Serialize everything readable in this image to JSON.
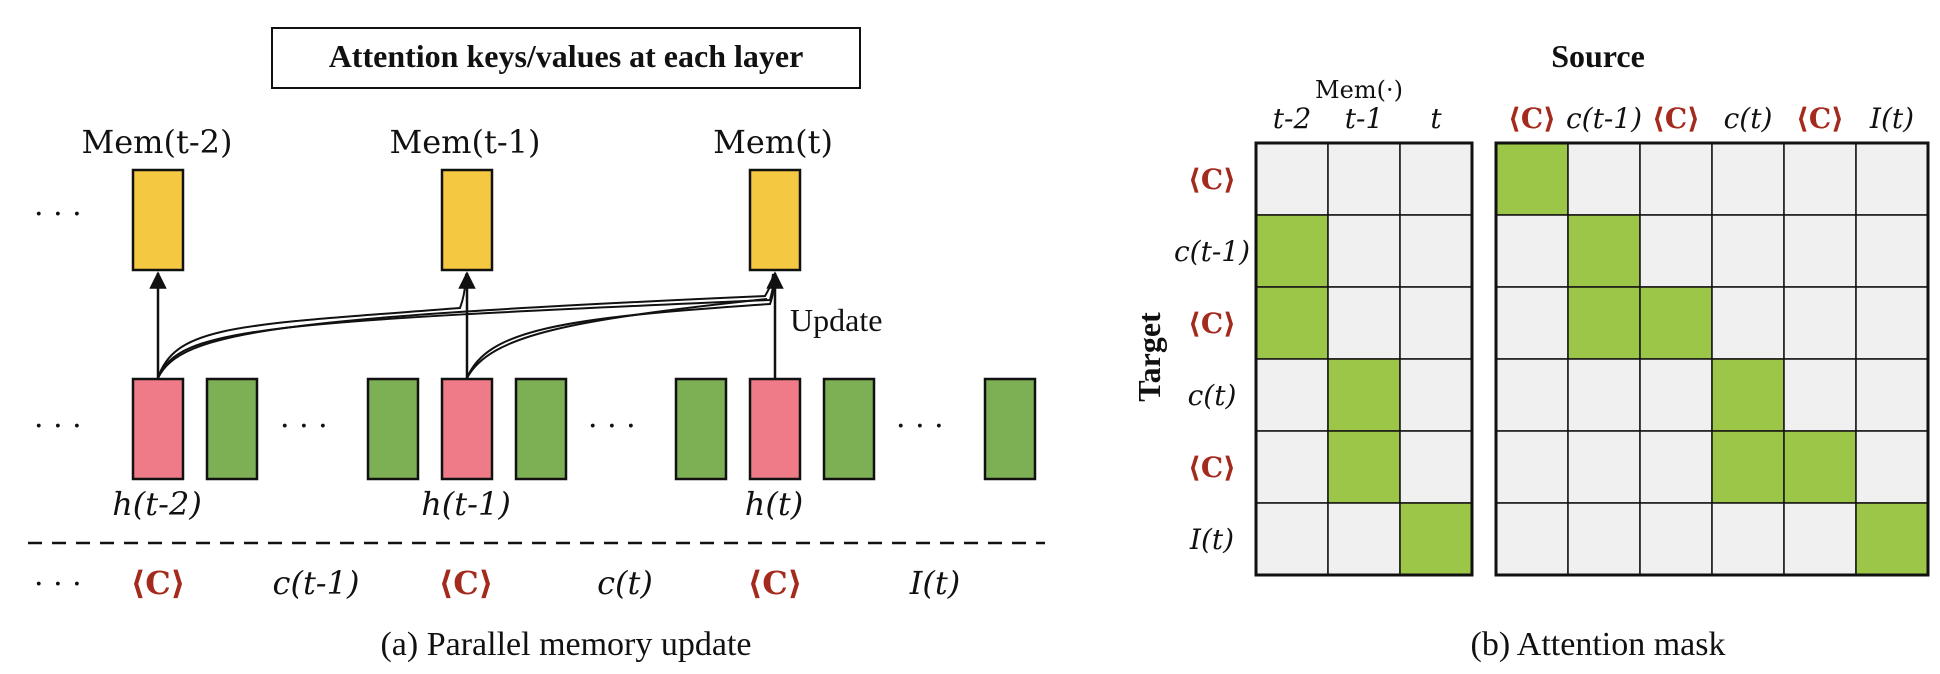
{
  "colors": {
    "memory": "#f5c842",
    "hidden": "#ee7b87",
    "token": "#7daf55",
    "mask_on": "#9cc648",
    "mask_off": "#f0f0f0",
    "grid": "#111111",
    "special": "#a52a1e"
  },
  "panel_a": {
    "title": "Attention keys/values at each layer",
    "caption": "(a) Parallel memory update",
    "update_label": "Update",
    "ellipsis": "· · ·",
    "memory_labels": [
      "Mem(t-2)",
      "Mem(t-1)",
      "Mem(t)"
    ],
    "hidden_labels": [
      "h(t-2)",
      "h(t-1)",
      "h(t)"
    ],
    "token_row": [
      "⟨C⟩",
      "c(t-1)",
      "⟨C⟩",
      "c(t)",
      "⟨C⟩",
      "I(t)"
    ]
  },
  "panel_b": {
    "caption": "(b) Attention mask",
    "source_label": "Source",
    "target_label": "Target",
    "mem_group_label": "Mem(·)",
    "mem_cols": [
      "t-2",
      "t-1",
      "t"
    ],
    "src_cols": [
      "⟨C⟩",
      "c(t-1)",
      "⟨C⟩",
      "c(t)",
      "⟨C⟩",
      "I(t)"
    ],
    "rows": [
      "⟨C⟩",
      "c(t-1)",
      "⟨C⟩",
      "c(t)",
      "⟨C⟩",
      "I(t)"
    ],
    "special_token": "⟨C⟩",
    "mem_mask": [
      [
        0,
        0,
        0
      ],
      [
        1,
        0,
        0
      ],
      [
        1,
        0,
        0
      ],
      [
        0,
        1,
        0
      ],
      [
        0,
        1,
        0
      ],
      [
        0,
        0,
        1
      ]
    ],
    "src_mask": [
      [
        1,
        0,
        0,
        0,
        0,
        0
      ],
      [
        0,
        1,
        0,
        0,
        0,
        0
      ],
      [
        0,
        1,
        1,
        0,
        0,
        0
      ],
      [
        0,
        0,
        0,
        1,
        0,
        0
      ],
      [
        0,
        0,
        0,
        1,
        1,
        0
      ],
      [
        0,
        0,
        0,
        0,
        0,
        1
      ]
    ]
  }
}
